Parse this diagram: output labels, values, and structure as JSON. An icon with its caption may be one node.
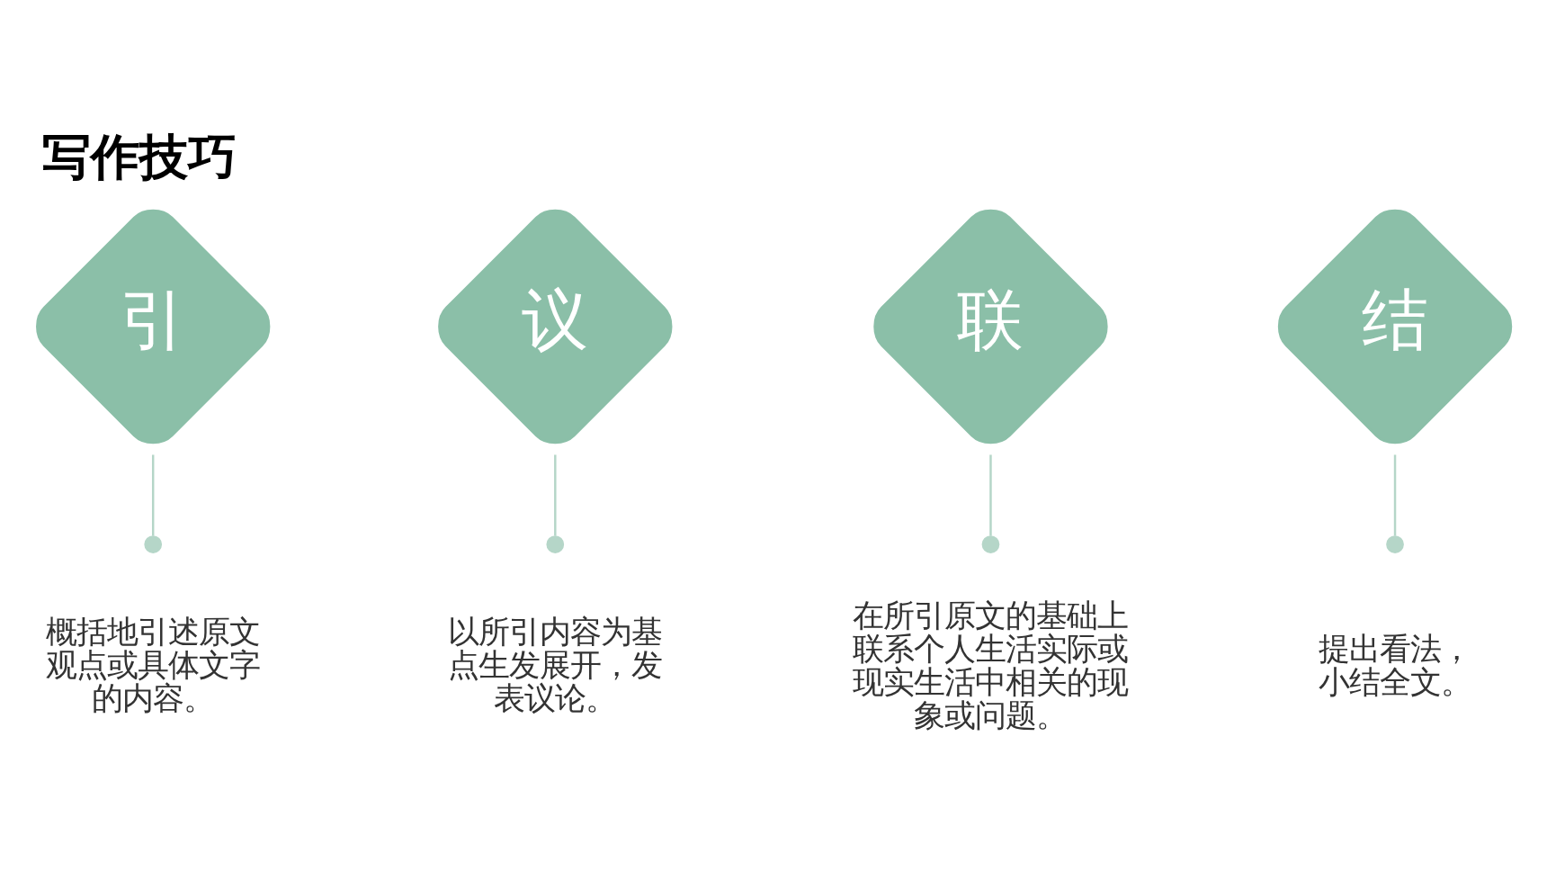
{
  "diagram": {
    "title": "写作技巧",
    "nodes": [
      {
        "text": [
          "引"
        ]
      },
      {
        "text": [
          "议"
        ]
      },
      {
        "text": [
          "联"
        ]
      },
      {
        "text": [
          "结"
        ]
      },
      {
        "text": [],
        "shape": "circle",
        "beside": [
          "概括地引述原文观点或具体文字的内容。"
        ]
      },
      {
        "text": [],
        "shape": "circle",
        "beside": [
          "以所引内容为基点生发展开，发表议论。"
        ]
      },
      {
        "text": [],
        "shape": "circle",
        "beside": [
          "在所引原文的基础上联系个人生活实际或现实生活中相关的现象或问题。"
        ]
      },
      {
        "text": [],
        "shape": "circle",
        "beside": [
          "提出看法，小结全文。"
        ]
      }
    ],
    "edges": [
      {
        "from": 0,
        "to": 4,
        "arrow": "none"
      },
      {
        "from": 1,
        "to": 5,
        "arrow": "none"
      },
      {
        "from": 2,
        "to": 6,
        "arrow": "none"
      },
      {
        "from": 3,
        "to": 7,
        "arrow": "none"
      }
    ]
  }
}
